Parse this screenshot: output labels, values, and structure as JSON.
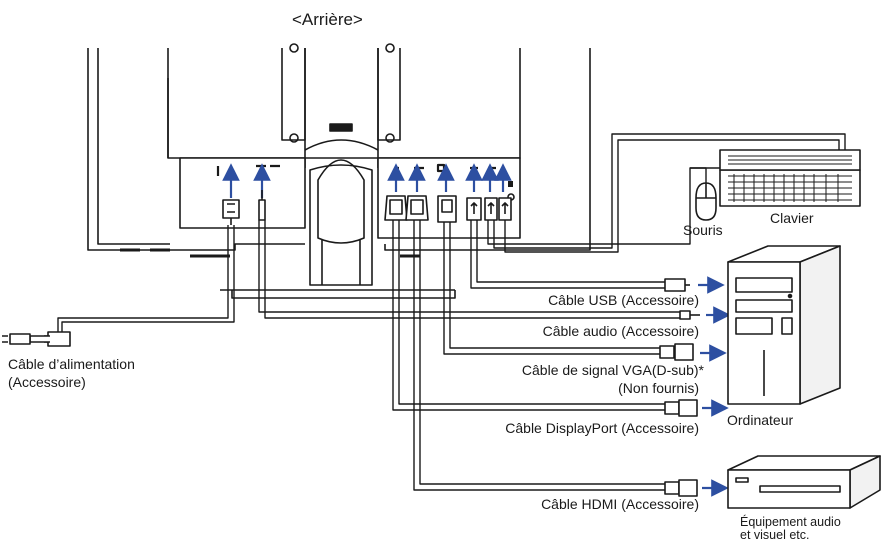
{
  "title": "<Arrière>",
  "labels": {
    "power_cable_1": "Câble d’alimentation",
    "power_cable_2": "(Accessoire)",
    "usb_cable": "Câble USB (Accessoire)",
    "audio_cable": "Câble audio (Accessoire)",
    "vga_cable_1": "Câble de signal VGA(D-sub)*",
    "vga_cable_2": "(Non fournis)",
    "displayport_cable": "Câble DisplayPort (Accessoire)",
    "hdmi_cable": "Câble HDMI (Accessoire)",
    "keyboard": "Clavier",
    "mouse": "Souris",
    "computer": "Ordinateur",
    "av_1": "Équipement audio",
    "av_2": "et visuel etc."
  },
  "colors": {
    "line": "#1a1a1a",
    "arrow": "#2d4fa1",
    "fill": "#ffffff",
    "panel": "#f2f2f2"
  }
}
